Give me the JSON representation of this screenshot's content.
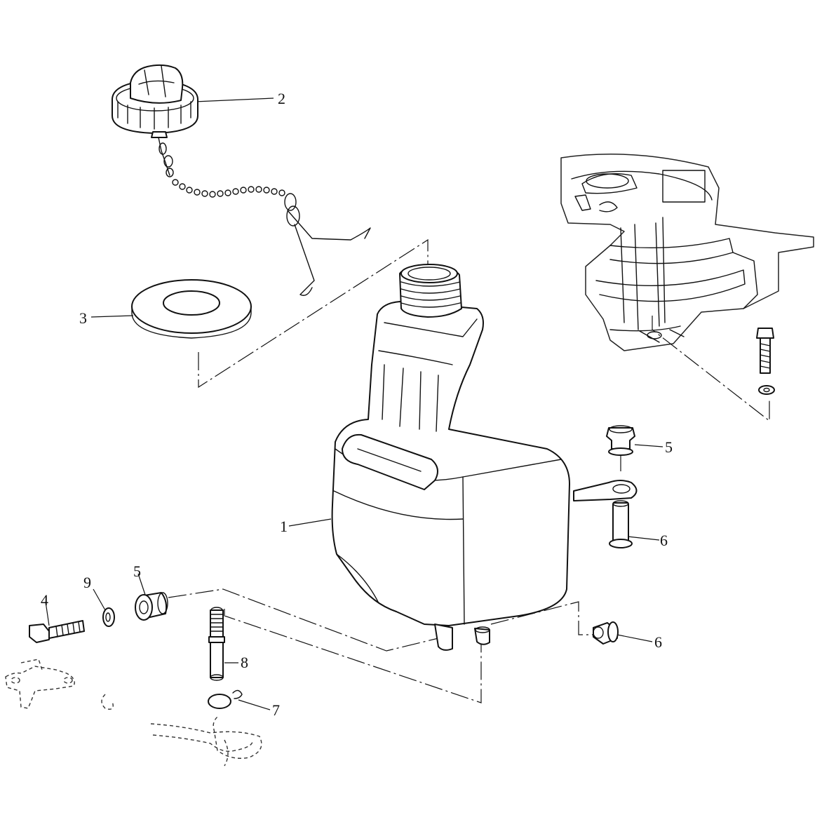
{
  "callouts": {
    "tank": "1",
    "filler_cap": "2",
    "gasket": "3",
    "bolt": "4",
    "grommet_left": "5",
    "grommet_right": "5",
    "collar_right_upper": "6",
    "collar_right_lower": "6",
    "hose_clamp": "7",
    "fuel_filter": "8",
    "washer": "9"
  }
}
